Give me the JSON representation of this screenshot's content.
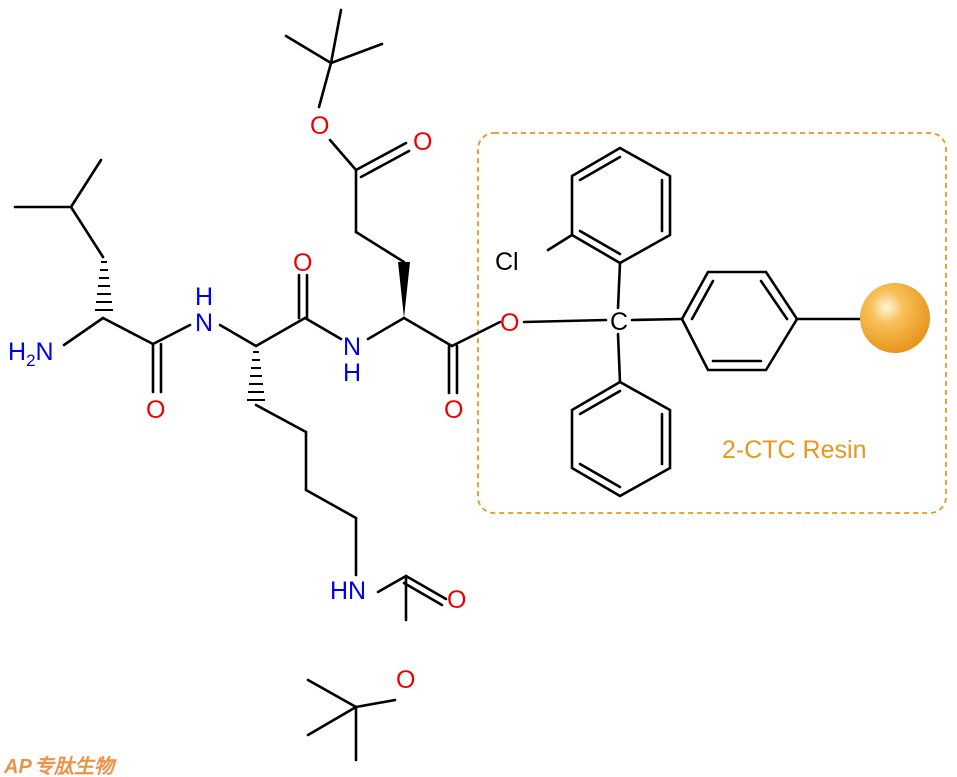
{
  "atoms": {
    "h2n": "H",
    "h2n_sub": "2",
    "h2n_n": "N",
    "nh1_h": "H",
    "nh1_n": "N",
    "nh2_n": "N",
    "nh2_h": "H",
    "o_amide1": "O",
    "o_amide2": "O",
    "o_ester_carbonyl": "O",
    "o_ester_link": "O",
    "o_side_ester": "O",
    "o_side_carbonyl": "O",
    "cl": "Cl",
    "trityl_c": "C",
    "boc_nh": "HN",
    "boc_o_carbonyl": "O",
    "boc_o": "O"
  },
  "resin_label": "2-CTC Resin",
  "watermark": {
    "brand": "AP",
    "chinese": "专肽生物"
  },
  "colors": {
    "bond": "#000000",
    "nitrogen": "#0000ee",
    "oxygen": "#ee0000",
    "chlorine": "#000000",
    "resin": "#e8961e",
    "watermark": "#e8822a"
  }
}
